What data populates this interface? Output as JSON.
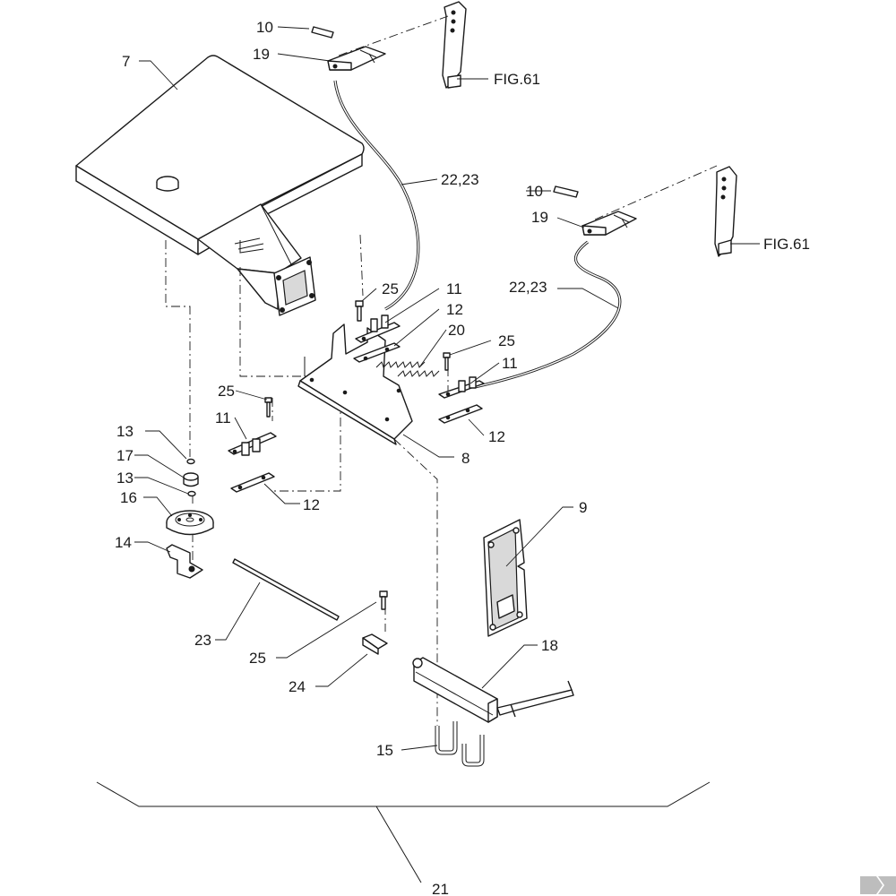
{
  "labels": {
    "l7": "7",
    "l10a": "10",
    "l19a": "19",
    "fig61a": "FIG.61",
    "l2223a": "22,23",
    "l10b": "10",
    "l19b": "19",
    "fig61b": "FIG.61",
    "l2223b": "22,23",
    "l25a": "25",
    "l11a": "11",
    "l12a": "12",
    "l20": "20",
    "l25b": "25",
    "l11b": "11",
    "l12b": "12",
    "l8": "8",
    "l25c": "25",
    "l11c": "11",
    "l12c": "12",
    "l13a": "13",
    "l17": "17",
    "l13b": "13",
    "l16": "16",
    "l14": "14",
    "l9": "9",
    "l23": "23",
    "l25d": "25",
    "l18": "18",
    "l24": "24",
    "l15": "15",
    "l21": "21"
  },
  "colors": {
    "line": "#1a1a1a",
    "shade": "#d9d9d9",
    "logo": "#bdbdbd"
  },
  "icons": {
    "corner_logo": "k-logo-icon"
  }
}
